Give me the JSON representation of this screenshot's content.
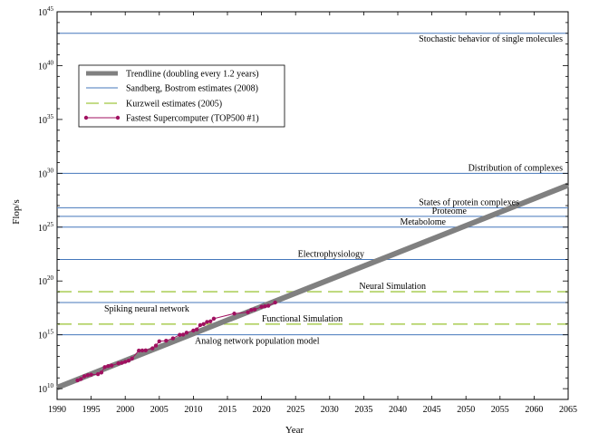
{
  "chart_data": {
    "type": "line",
    "xlabel": "Year",
    "ylabel": "Flop/s",
    "xlim": [
      1990,
      2065
    ],
    "ylim_log10": [
      9,
      45
    ],
    "log_y": true,
    "grid": false,
    "legend_position": "top-left",
    "x_ticks": [
      "1990",
      "1995",
      "2000",
      "2005",
      "2010",
      "2015",
      "2020",
      "2025",
      "2030",
      "2035",
      "2040",
      "2045",
      "2050",
      "2055",
      "2060",
      "2065"
    ],
    "y_ticks": [
      {
        "exp": 10,
        "base": "10",
        "sup": "10"
      },
      {
        "exp": 15,
        "base": "10",
        "sup": "15"
      },
      {
        "exp": 20,
        "base": "10",
        "sup": "20"
      },
      {
        "exp": 25,
        "base": "10",
        "sup": "25"
      },
      {
        "exp": 30,
        "base": "10",
        "sup": "30"
      },
      {
        "exp": 35,
        "base": "10",
        "sup": "35"
      },
      {
        "exp": 40,
        "base": "10",
        "sup": "40"
      },
      {
        "exp": 45,
        "base": "10",
        "sup": "45"
      }
    ],
    "legend": [
      {
        "label": "Trendline (doubling every 1.2 years)",
        "color": "#808080",
        "style": "thick"
      },
      {
        "label": "Sandberg, Bostrom estimates (2008)",
        "color": "#4477bb",
        "style": "solid"
      },
      {
        "label": "Kurzweil estimates (2005)",
        "color": "#b0d060",
        "style": "dashed"
      },
      {
        "label": "Fastest Supercomputer (TOP500 #1)",
        "color": "#a01060",
        "style": "line-marker"
      }
    ],
    "trendline": {
      "x": [
        1990,
        2065
      ],
      "log10_y": [
        10.1,
        28.9
      ],
      "color": "#808080"
    },
    "sandberg_bostrom": [
      {
        "label": "Stochastic behavior of single molecules",
        "log10_y": 43
      },
      {
        "label": "Distribution of complexes",
        "log10_y": 30
      },
      {
        "label": "States of protein complexes",
        "log10_y": 26.8
      },
      {
        "label": "Proteome",
        "log10_y": 26
      },
      {
        "label": "Metabolome",
        "log10_y": 25
      },
      {
        "label": "Electrophysiology",
        "log10_y": 22
      },
      {
        "label": "Spiking neural network",
        "log10_y": 18
      },
      {
        "label": "Analog network population model",
        "log10_y": 15
      }
    ],
    "sandberg_color": "#4477bb",
    "kurzweil": [
      {
        "label": "Neural Simulation",
        "log10_y": 19
      },
      {
        "label": "Functional Simulation",
        "log10_y": 16
      }
    ],
    "kurzweil_color": "#b0d060",
    "supercomputer": {
      "color": "#a01060",
      "x": [
        1993,
        1993.5,
        1994,
        1994.5,
        1995,
        1996,
        1996.5,
        1997,
        1997.5,
        1998,
        1999,
        1999.5,
        2000,
        2000.5,
        2001,
        2002,
        2002.5,
        2003,
        2004,
        2004.5,
        2005,
        2006,
        2007,
        2008,
        2008.5,
        2009,
        2010,
        2010.5,
        2011,
        2011.5,
        2012,
        2012.5,
        2013,
        2016,
        2018,
        2018.5,
        2019,
        2020,
        2020.5,
        2021,
        2022
      ],
      "log10_y": [
        10.77,
        10.9,
        11.15,
        11.25,
        11.3,
        11.35,
        11.5,
        12.0,
        12.1,
        12.15,
        12.35,
        12.4,
        12.5,
        12.6,
        12.8,
        13.54,
        13.55,
        13.56,
        13.75,
        14.0,
        14.4,
        14.45,
        14.67,
        15.0,
        15.02,
        15.2,
        15.4,
        15.5,
        15.9,
        16.0,
        16.2,
        16.25,
        16.5,
        16.97,
        17.1,
        17.3,
        17.35,
        17.6,
        17.65,
        17.7,
        18.0
      ]
    }
  }
}
